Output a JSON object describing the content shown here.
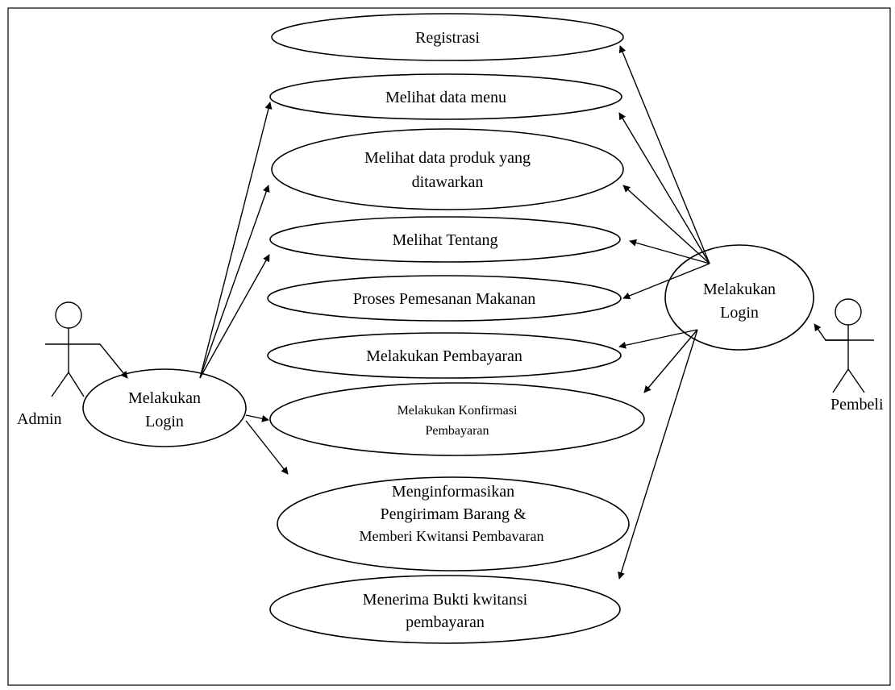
{
  "actors": {
    "admin": "Admin",
    "pembeli": "Pembeli"
  },
  "login_admin": [
    "Melakukan",
    "Login"
  ],
  "login_pembeli": [
    "Melakukan",
    "Login"
  ],
  "use_cases": {
    "registrasi": [
      "Registrasi"
    ],
    "melihat_menu": [
      "Melihat data menu"
    ],
    "melihat_produk": [
      "Melihat data produk yang",
      "ditawarkan"
    ],
    "melihat_tentang": [
      "Melihat Tentang"
    ],
    "proses_pemesanan": [
      "Proses Pemesanan Makanan"
    ],
    "melakukan_pembayaran": [
      "Melakukan Pembayaran"
    ],
    "konfirmasi_pembayaran": [
      "Melakukan Konfirmasi",
      "Pembayaran"
    ],
    "menginformasikan": [
      "Menginformasikan",
      "Pengirimam Barang &",
      "Memberi Kwitansi Pembavaran"
    ],
    "menerima_bukti": [
      "Menerima Bukti kwitansi",
      "pembayaran"
    ]
  }
}
